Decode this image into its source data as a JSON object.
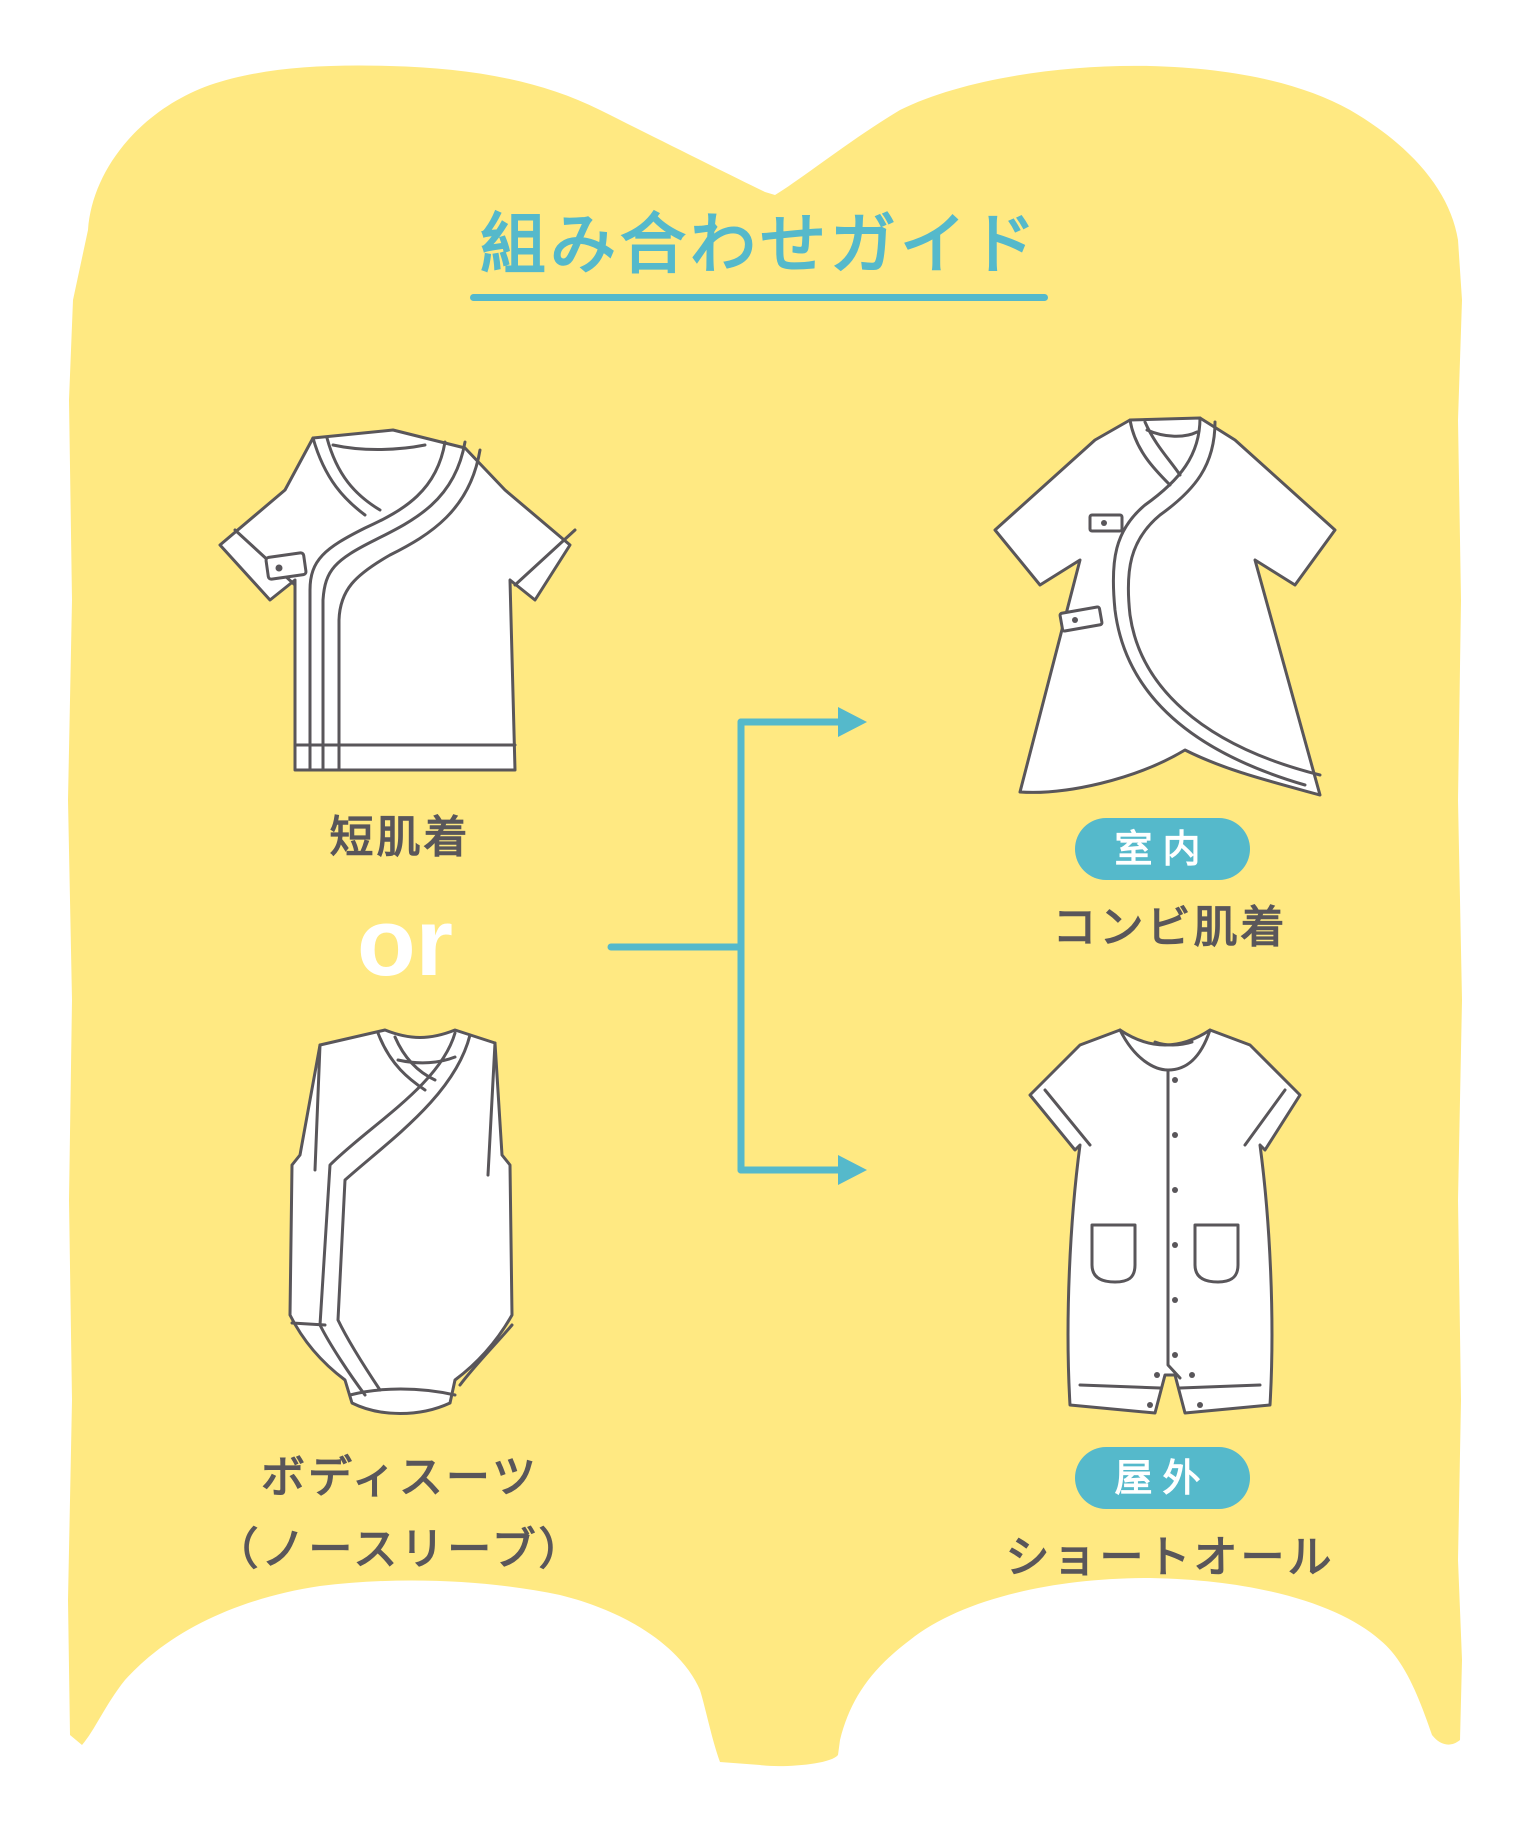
{
  "title": "組み合わせガイド",
  "colors": {
    "background_shape": "#FFE982",
    "accent": "#55B9CB",
    "text": "#59565A",
    "outline": "#59565A",
    "garment_fill": "#FFFFFF"
  },
  "left_column": {
    "items": [
      {
        "icon": "short-undershirt-icon",
        "label": "短肌着"
      },
      {
        "icon": "sleeveless-bodysuit-icon",
        "label_line1": "ボディスーツ",
        "label_line2": "（ノースリーブ）"
      }
    ],
    "separator": "or"
  },
  "right_column": {
    "items": [
      {
        "icon": "combi-undershirt-icon",
        "badge": "室内",
        "label": "コンビ肌着"
      },
      {
        "icon": "shortall-icon",
        "badge": "屋外",
        "label": "ショートオール"
      }
    ]
  },
  "connector": {
    "type": "branching-arrow",
    "targets": 2
  }
}
